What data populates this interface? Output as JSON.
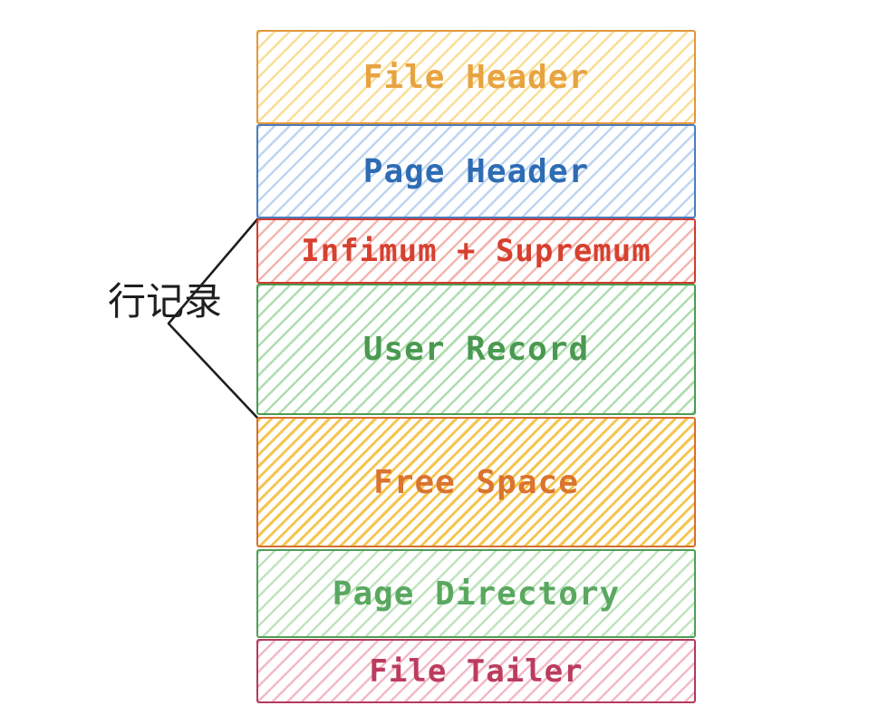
{
  "diagram": {
    "blocks": [
      {
        "id": "file-header",
        "label": "File Header",
        "border": "#E2973C",
        "text": "#E8A341",
        "hatch": "#F9DE96"
      },
      {
        "id": "page-header",
        "label": "Page Header",
        "border": "#4A7DBF",
        "text": "#2E6CB4",
        "hatch": "#BDD5F1"
      },
      {
        "id": "infimum-supremum",
        "label": "Infimum + Supremum",
        "border": "#D23B2F",
        "text": "#D6402F",
        "hatch": "#F4B5AF"
      },
      {
        "id": "user-record",
        "label": "User Record",
        "border": "#4D9B52",
        "text": "#4A9950",
        "hatch": "#AFDDAF"
      },
      {
        "id": "free-space",
        "label": "Free Space",
        "border": "#D66F2C",
        "text": "#DA742F",
        "hatch": "#F5C54F"
      },
      {
        "id": "page-directory",
        "label": "Page Directory",
        "border": "#509E56",
        "text": "#5AA860",
        "hatch": "#BFE4BF"
      },
      {
        "id": "file-tailer",
        "label": "File Tailer",
        "border": "#B43A5C",
        "text": "#BC3C5E",
        "hatch": "#F2BAC6"
      }
    ],
    "annotation": {
      "label": "行记录",
      "color": "#1E1E1E",
      "points_to": [
        "infimum-supremum",
        "user-record"
      ]
    },
    "line_color": "#1E1E1E"
  }
}
